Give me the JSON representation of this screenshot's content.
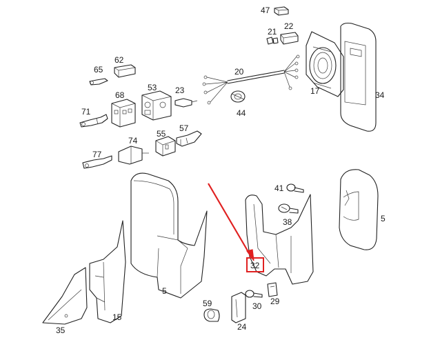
{
  "diagram": {
    "highlight_color": "#e02020",
    "callouts": [
      {
        "id": "c47",
        "text": "47"
      },
      {
        "id": "c21",
        "text": "21"
      },
      {
        "id": "c22",
        "text": "22"
      },
      {
        "id": "c62",
        "text": "62"
      },
      {
        "id": "c65",
        "text": "65"
      },
      {
        "id": "c20",
        "text": "20"
      },
      {
        "id": "c17",
        "text": "17"
      },
      {
        "id": "c34",
        "text": "34"
      },
      {
        "id": "c53",
        "text": "53"
      },
      {
        "id": "c68",
        "text": "68"
      },
      {
        "id": "c23",
        "text": "23"
      },
      {
        "id": "c71",
        "text": "71"
      },
      {
        "id": "c44",
        "text": "44"
      },
      {
        "id": "c74",
        "text": "74"
      },
      {
        "id": "c55",
        "text": "55"
      },
      {
        "id": "c57",
        "text": "57"
      },
      {
        "id": "c77",
        "text": "77"
      },
      {
        "id": "c41",
        "text": "41"
      },
      {
        "id": "c38",
        "text": "38"
      },
      {
        "id": "c5a",
        "text": "5"
      },
      {
        "id": "c5b",
        "text": "5"
      },
      {
        "id": "c32",
        "text": "32"
      },
      {
        "id": "c59",
        "text": "59"
      },
      {
        "id": "c30",
        "text": "30"
      },
      {
        "id": "c29",
        "text": "29"
      },
      {
        "id": "c24",
        "text": "24"
      },
      {
        "id": "c15",
        "text": "15"
      },
      {
        "id": "c35",
        "text": "35"
      }
    ]
  }
}
